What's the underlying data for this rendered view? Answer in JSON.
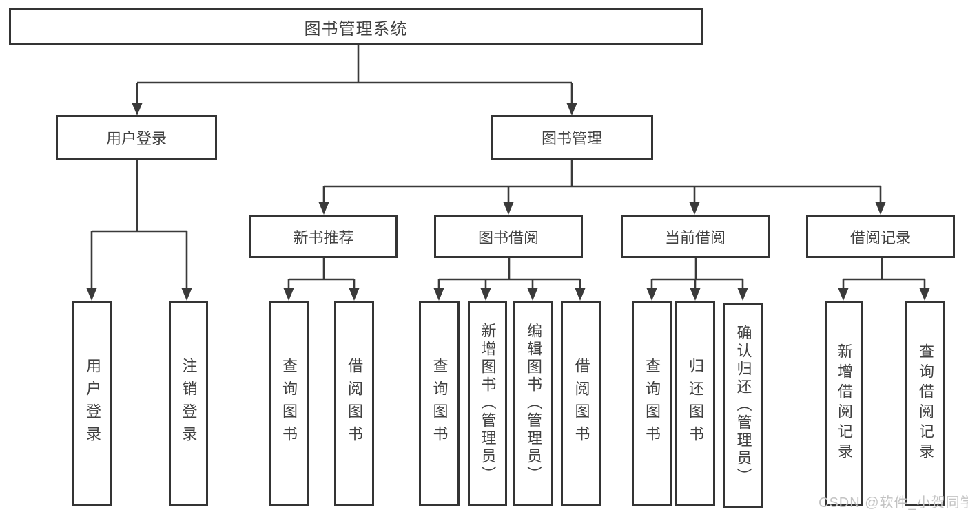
{
  "diagram": {
    "root": {
      "label": "图书管理系统"
    },
    "branches": [
      {
        "label": "用户登录",
        "children": [
          {
            "label": "用户登录"
          },
          {
            "label": "注销登录"
          }
        ]
      },
      {
        "label": "图书管理",
        "children": [
          {
            "label": "新书推荐",
            "children": [
              {
                "label": "查询图书"
              },
              {
                "label": "借阅图书"
              }
            ]
          },
          {
            "label": "图书借阅",
            "children": [
              {
                "label": "查询图书"
              },
              {
                "label": "新增图书（管理员）"
              },
              {
                "label": "编辑图书（管理员）"
              },
              {
                "label": "借阅图书"
              }
            ]
          },
          {
            "label": "当前借阅",
            "children": [
              {
                "label": "查询图书"
              },
              {
                "label": "归还图书"
              },
              {
                "label": "确认归还（管理员）"
              }
            ]
          },
          {
            "label": "借阅记录",
            "children": [
              {
                "label": "新增借阅记录"
              },
              {
                "label": "查询借阅记录"
              }
            ]
          }
        ]
      }
    ],
    "watermark": "CSDN @软件_小贺同学",
    "colors": {
      "line": "#3a3a3a",
      "box_border": "#343434",
      "text": "#414141",
      "watermark": "#c3c3c3",
      "background": "#ffffff"
    }
  }
}
